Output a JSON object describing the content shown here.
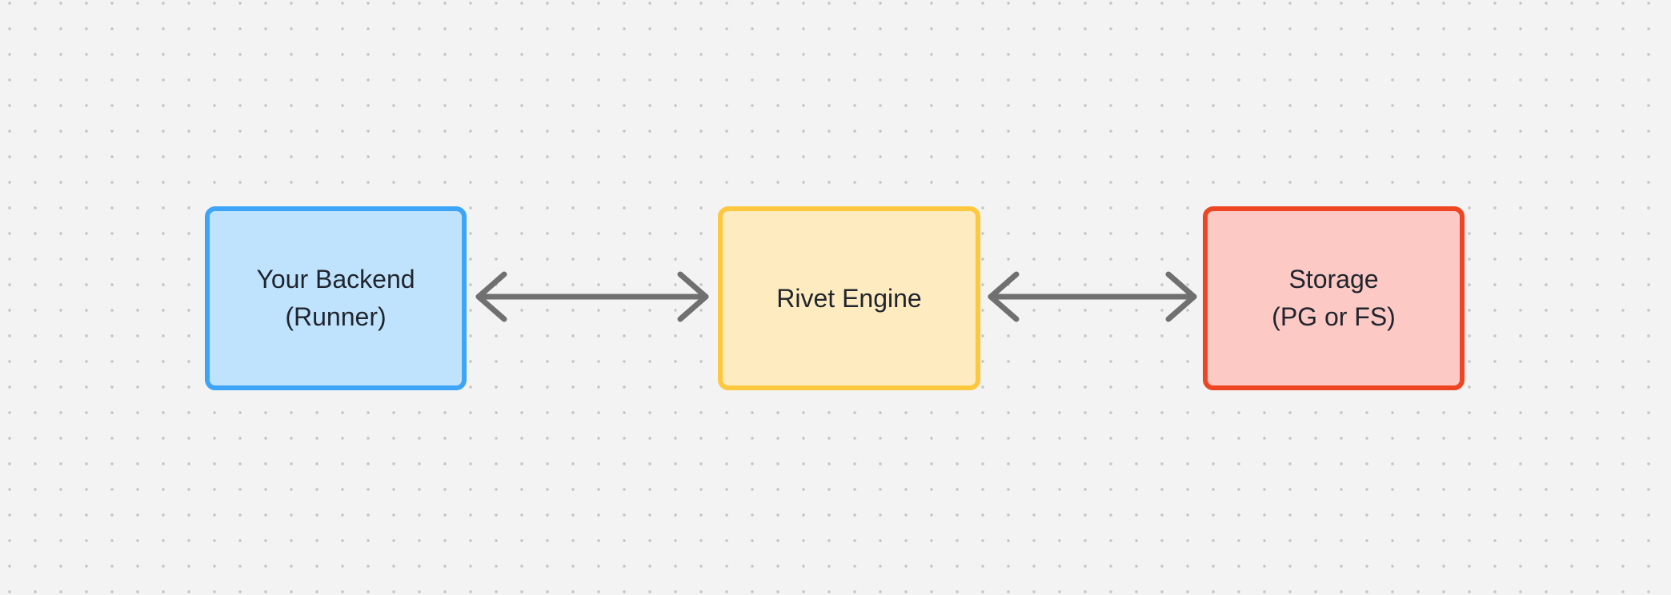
{
  "canvas": {
    "background_color": "#f3f3f3",
    "dot_grid_color": "#c4c4c4"
  },
  "diagram": {
    "nodes": [
      {
        "id": "your-backend",
        "lines": [
          "Your Backend",
          "(Runner)"
        ],
        "border_color": "#3da4f8",
        "fill_color": "#c0e3fd",
        "text_color": "#20252e"
      },
      {
        "id": "rivet-engine",
        "lines": [
          "Rivet Engine"
        ],
        "border_color": "#fdc73e",
        "fill_color": "#feecc0",
        "text_color": "#20252e"
      },
      {
        "id": "storage",
        "lines": [
          "Storage",
          "(PG or FS)"
        ],
        "border_color": "#ee4522",
        "fill_color": "#fcc9c4",
        "text_color": "#20252e"
      }
    ],
    "connectors": [
      {
        "id": "backend-engine",
        "from": "your-backend",
        "to": "rivet-engine",
        "type": "double-headed-arrow",
        "color": "#707070"
      },
      {
        "id": "engine-storage",
        "from": "rivet-engine",
        "to": "storage",
        "type": "double-headed-arrow",
        "color": "#707070"
      }
    ]
  }
}
